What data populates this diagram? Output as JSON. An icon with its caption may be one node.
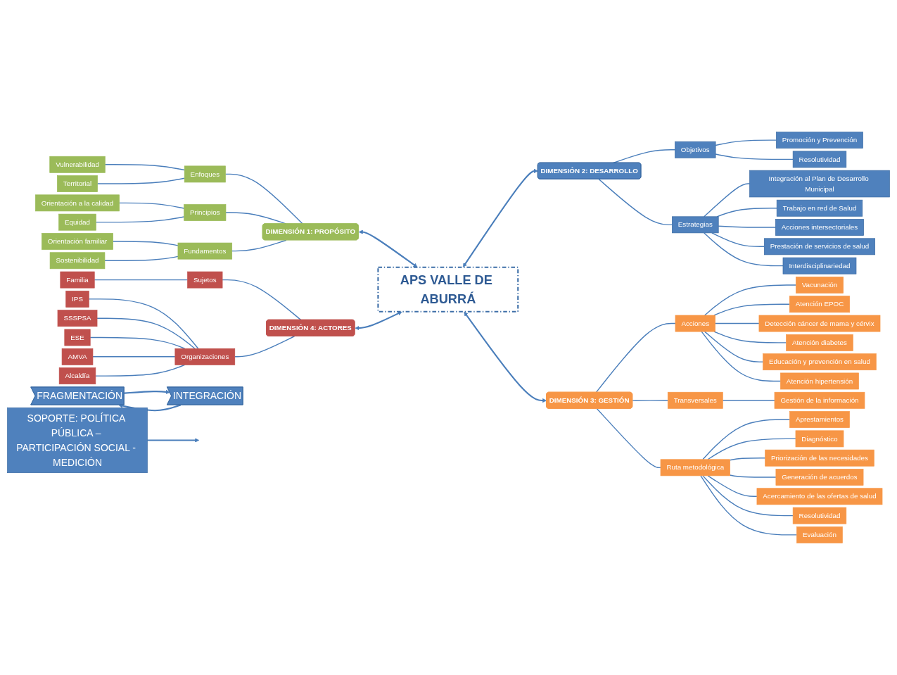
{
  "diagram": {
    "nodes": [
      {
        "text": [
          "APS VALLE DE ABURRÁ"
        ]
      },
      {
        "text": [
          "DIMENSIÓN 1: PROPÓSITO"
        ]
      },
      {
        "text": [
          "Enfoques"
        ]
      },
      {
        "text": [
          "Vulnerabilidad"
        ]
      },
      {
        "text": [
          "Territorial"
        ]
      },
      {
        "text": [
          "Principios"
        ]
      },
      {
        "text": [
          "Orientación a la calidad"
        ]
      },
      {
        "text": [
          "Equidad"
        ]
      },
      {
        "text": [
          "Fundamentos"
        ]
      },
      {
        "text": [
          "Orientación familiar"
        ]
      },
      {
        "text": [
          "Sostenibilidad"
        ]
      },
      {
        "text": [
          "DIMENSIÓN 2: DESARROLLO"
        ]
      },
      {
        "text": [
          "Objetivos"
        ]
      },
      {
        "text": [
          "Promoción y Prevención"
        ]
      },
      {
        "text": [
          "Resolutividad"
        ]
      },
      {
        "text": [
          "Estrategias"
        ]
      },
      {
        "text": [
          "Integración al Plan de Desarrollo Municipal"
        ]
      },
      {
        "text": [
          "Trabajo en red de Salud"
        ]
      },
      {
        "text": [
          "Acciones intersectoriales"
        ]
      },
      {
        "text": [
          "Prestación de servicios de salud"
        ]
      },
      {
        "text": [
          "Interdisciplinariedad"
        ]
      },
      {
        "text": [
          "DIMENSIÓN 3: GESTIÓN"
        ]
      },
      {
        "text": [
          "Acciones"
        ]
      },
      {
        "text": [
          "Vacunación"
        ]
      },
      {
        "text": [
          "Atención EPOC"
        ]
      },
      {
        "text": [
          "Detección cáncer de mama y cérvix"
        ]
      },
      {
        "text": [
          "Atención diabetes"
        ]
      },
      {
        "text": [
          "Educación y prevención en salud"
        ]
      },
      {
        "text": [
          "Atención hipertensión"
        ]
      },
      {
        "text": [
          "Transversales"
        ]
      },
      {
        "text": [
          "Gestión de la información"
        ]
      },
      {
        "text": [
          "Ruta metodológica"
        ]
      },
      {
        "text": [
          "Aprestamientos"
        ]
      },
      {
        "text": [
          "Diagnóstico"
        ]
      },
      {
        "text": [
          "Priorización de las necesidades"
        ]
      },
      {
        "text": [
          "Generación de acuerdos"
        ]
      },
      {
        "text": [
          "Acercamiento de las ofertas de salud"
        ]
      },
      {
        "text": [
          "Resolutividad"
        ]
      },
      {
        "text": [
          "Evaluación"
        ]
      },
      {
        "text": [
          "DIMENSIÓN 4: ACTORES"
        ]
      },
      {
        "text": [
          "Sujetos"
        ]
      },
      {
        "text": [
          "Familia"
        ]
      },
      {
        "text": [
          "Organizaciones"
        ]
      },
      {
        "text": [
          "IPS"
        ]
      },
      {
        "text": [
          "SSSPSA"
        ]
      },
      {
        "text": [
          "ESE"
        ]
      },
      {
        "text": [
          "AMVA"
        ]
      },
      {
        "text": [
          "Alcaldía"
        ]
      },
      {
        "text": [
          "FRAGMENTACIÓN"
        ]
      },
      {
        "text": [
          "INTEGRACIÓN"
        ]
      },
      {
        "text": [
          "SOPORTE: POLÍTICA PÚBLICA – PARTICIPACIÓN SOCIAL - MEDICIÓN"
        ]
      }
    ],
    "edges": [
      {
        "from": 3,
        "to": 2,
        "arrow": "none"
      },
      {
        "from": 4,
        "to": 2,
        "arrow": "none"
      },
      {
        "from": 2,
        "to": 1,
        "arrow": "none"
      },
      {
        "from": 6,
        "to": 5,
        "arrow": "none"
      },
      {
        "from": 7,
        "to": 5,
        "arrow": "none"
      },
      {
        "from": 5,
        "to": 1,
        "arrow": "none"
      },
      {
        "from": 8,
        "to": 1,
        "arrow": "none"
      },
      {
        "from": 9,
        "to": 8,
        "arrow": "none"
      },
      {
        "from": 10,
        "to": 8,
        "arrow": "none"
      },
      {
        "from": 12,
        "to": 13,
        "arrow": "none"
      },
      {
        "from": 12,
        "to": 14,
        "arrow": "none"
      },
      {
        "from": 11,
        "to": 12,
        "arrow": "none"
      },
      {
        "from": 11,
        "to": 15,
        "arrow": "none"
      },
      {
        "from": 15,
        "to": 16,
        "arrow": "none"
      },
      {
        "from": 15,
        "to": 17,
        "arrow": "none"
      },
      {
        "from": 15,
        "to": 18,
        "arrow": "none"
      },
      {
        "from": 15,
        "to": 19,
        "arrow": "none"
      },
      {
        "from": 15,
        "to": 20,
        "arrow": "none"
      },
      {
        "from": 1,
        "to": 0,
        "arrow": "both"
      },
      {
        "from": 0,
        "to": 11,
        "arrow": "both"
      },
      {
        "from": 39,
        "to": 0,
        "arrow": "both"
      },
      {
        "from": 0,
        "to": 21,
        "arrow": "both"
      },
      {
        "from": 21,
        "to": 22,
        "arrow": "none"
      },
      {
        "from": 22,
        "to": 23,
        "arrow": "none"
      },
      {
        "from": 22,
        "to": 24,
        "arrow": "none"
      },
      {
        "from": 22,
        "to": 25,
        "arrow": "none"
      },
      {
        "from": 22,
        "to": 26,
        "arrow": "none"
      },
      {
        "from": 22,
        "to": 27,
        "arrow": "none"
      },
      {
        "from": 22,
        "to": 28,
        "arrow": "none"
      },
      {
        "from": 21,
        "to": 29,
        "arrow": "none"
      },
      {
        "from": 29,
        "to": 30,
        "arrow": "none"
      },
      {
        "from": 21,
        "to": 31,
        "arrow": "none"
      },
      {
        "from": 31,
        "to": 32,
        "arrow": "none"
      },
      {
        "from": 31,
        "to": 33,
        "arrow": "none"
      },
      {
        "from": 31,
        "to": 34,
        "arrow": "none"
      },
      {
        "from": 31,
        "to": 35,
        "arrow": "none"
      },
      {
        "from": 31,
        "to": 36,
        "arrow": "none"
      },
      {
        "from": 31,
        "to": 37,
        "arrow": "none"
      },
      {
        "from": 31,
        "to": 38,
        "arrow": "none"
      },
      {
        "from": 40,
        "to": 39,
        "arrow": "none"
      },
      {
        "from": 41,
        "to": 40,
        "arrow": "none"
      },
      {
        "from": 42,
        "to": 39,
        "arrow": "none"
      },
      {
        "from": 43,
        "to": 42,
        "arrow": "none"
      },
      {
        "from": 44,
        "to": 42,
        "arrow": "none"
      },
      {
        "from": 45,
        "to": 42,
        "arrow": "none"
      },
      {
        "from": 46,
        "to": 42,
        "arrow": "none"
      },
      {
        "from": 47,
        "to": 42,
        "arrow": "none"
      },
      {
        "from": 48,
        "to": 49,
        "arrow": "to"
      },
      {
        "from": 49,
        "to": 48,
        "arrow": "to"
      },
      {
        "from": 50,
        "to": null,
        "arrow": "to"
      }
    ]
  }
}
